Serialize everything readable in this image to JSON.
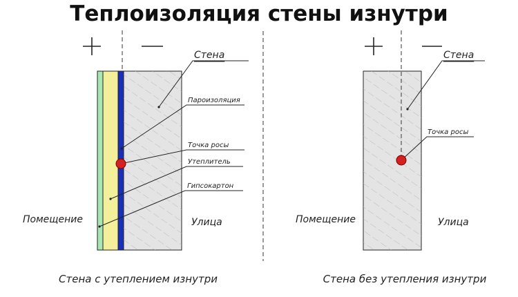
{
  "title": "Теплоизоляция стены изнутри",
  "signs": {
    "plus": "+",
    "minus": "—"
  },
  "left_diagram": {
    "caption": "Стена с утеплением изнутри",
    "labels": {
      "wall": "Стена",
      "vapor_barrier": "Пароизоляция",
      "dew_point": "Точка росы",
      "insulation": "Утеплитель",
      "drywall": "Гипсокартон",
      "room": "Помещение",
      "street": "Улица"
    }
  },
  "right_diagram": {
    "caption": "Стена без утепления изнутри",
    "labels": {
      "wall": "Стена",
      "dew_point": "Точка росы",
      "room": "Помещение",
      "street": "Улица"
    }
  },
  "colors": {
    "wall_fill": "#e4e4e4",
    "wall_hatch": "#b5b5b5",
    "vapor_barrier": "#1a2fb8",
    "insulation": "#f3ef9a",
    "drywall": "#a8e6b3",
    "dew_point": "#d42020",
    "line": "#222222"
  }
}
